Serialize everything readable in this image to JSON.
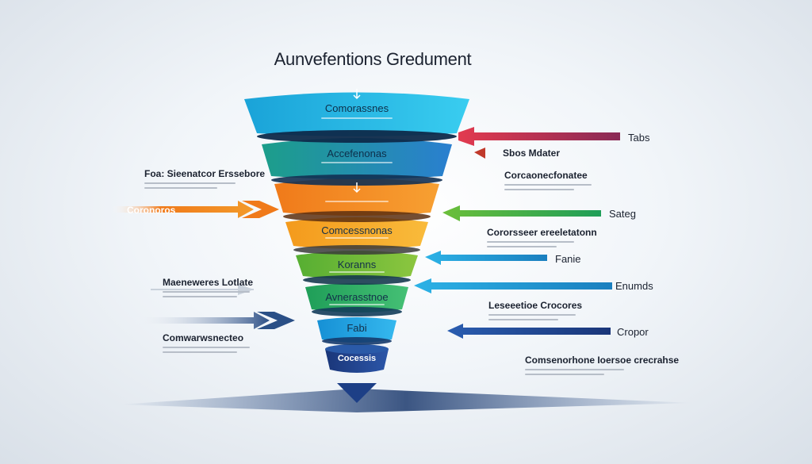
{
  "title": "Aunvefentions Gredument",
  "funnel_layers": [
    {
      "label": "Comorassnes",
      "color": "#25b6e3"
    },
    {
      "label": "Accefenonas",
      "color": "#1f8fd0"
    },
    {
      "label": "",
      "color": "#f28a1d"
    },
    {
      "label": "Comcessnonas",
      "color": "#f6a61f"
    },
    {
      "label": "Koranns",
      "color": "#67b93a"
    },
    {
      "label": "Avnerasstnoe",
      "color": "#2ba85f"
    },
    {
      "label": "Fabi",
      "color": "#1aa2e0"
    },
    {
      "label": "Cocessis",
      "color": "#1d3f86"
    }
  ],
  "left_items": [
    {
      "heading": "Foa: Sieenatcor Erssebore",
      "arrow": "Coronoros"
    },
    {
      "heading": "Maeneweres Lotlate",
      "arrow": ""
    },
    {
      "heading": "Comwarwsnecteo",
      "arrow": ""
    }
  ],
  "right_items": [
    {
      "arrow_label": "Tabs",
      "heading": "Sbos Mdater"
    },
    {
      "arrow_label": "",
      "heading": "Corcaonecfonatee"
    },
    {
      "arrow_label": "Sateg",
      "heading": ""
    },
    {
      "arrow_label": "Fanie",
      "heading": "Cororsseer ereeletatonn"
    },
    {
      "arrow_label": "Enumds",
      "heading": ""
    },
    {
      "arrow_label": "Cropor",
      "heading": "Leseeetioe Crocores"
    },
    {
      "arrow_label": "",
      "heading": "Comsenorhone Ioersoe crecrahse"
    }
  ]
}
